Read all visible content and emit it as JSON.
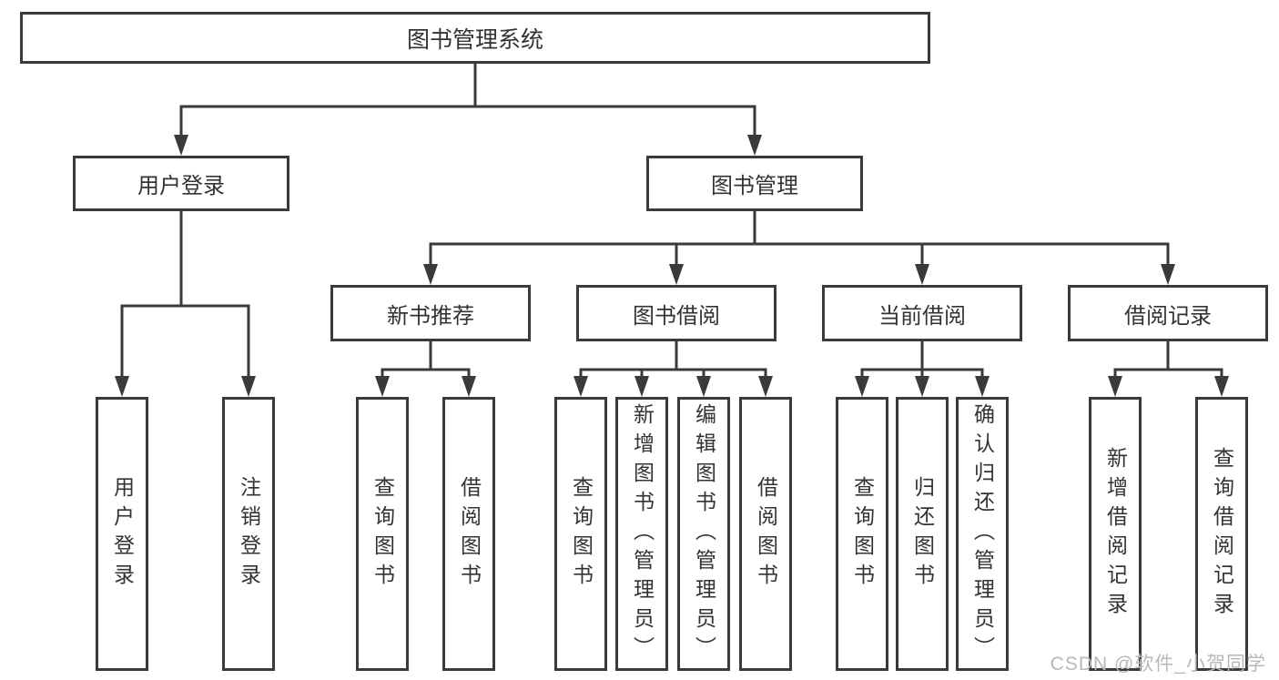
{
  "diagram": {
    "root": {
      "label": "图书管理系统"
    },
    "branches": [
      {
        "label": "用户登录",
        "children": [
          {
            "label": "用户登录"
          },
          {
            "label": "注销登录"
          }
        ]
      },
      {
        "label": "图书管理",
        "children": [
          {
            "label": "新书推荐",
            "children": [
              {
                "label": "查询图书"
              },
              {
                "label": "借阅图书"
              }
            ]
          },
          {
            "label": "图书借阅",
            "children": [
              {
                "label": "查询图书"
              },
              {
                "label": "新增图书（管理员）"
              },
              {
                "label": "编辑图书（管理员）"
              },
              {
                "label": "借阅图书"
              }
            ]
          },
          {
            "label": "当前借阅",
            "children": [
              {
                "label": "查询图书"
              },
              {
                "label": "归还图书"
              },
              {
                "label": "确认归还（管理员）"
              }
            ]
          },
          {
            "label": "借阅记录",
            "children": [
              {
                "label": "新增借阅记录"
              },
              {
                "label": "查询借阅记录"
              }
            ]
          }
        ]
      }
    ]
  },
  "watermark": {
    "text": "CSDN @软件_小贺同学"
  },
  "colors": {
    "line": "#3a3a3a",
    "border": "#3a3a3a",
    "text": "#333333",
    "watermark": "#b8b8b8",
    "background": "#ffffff"
  }
}
